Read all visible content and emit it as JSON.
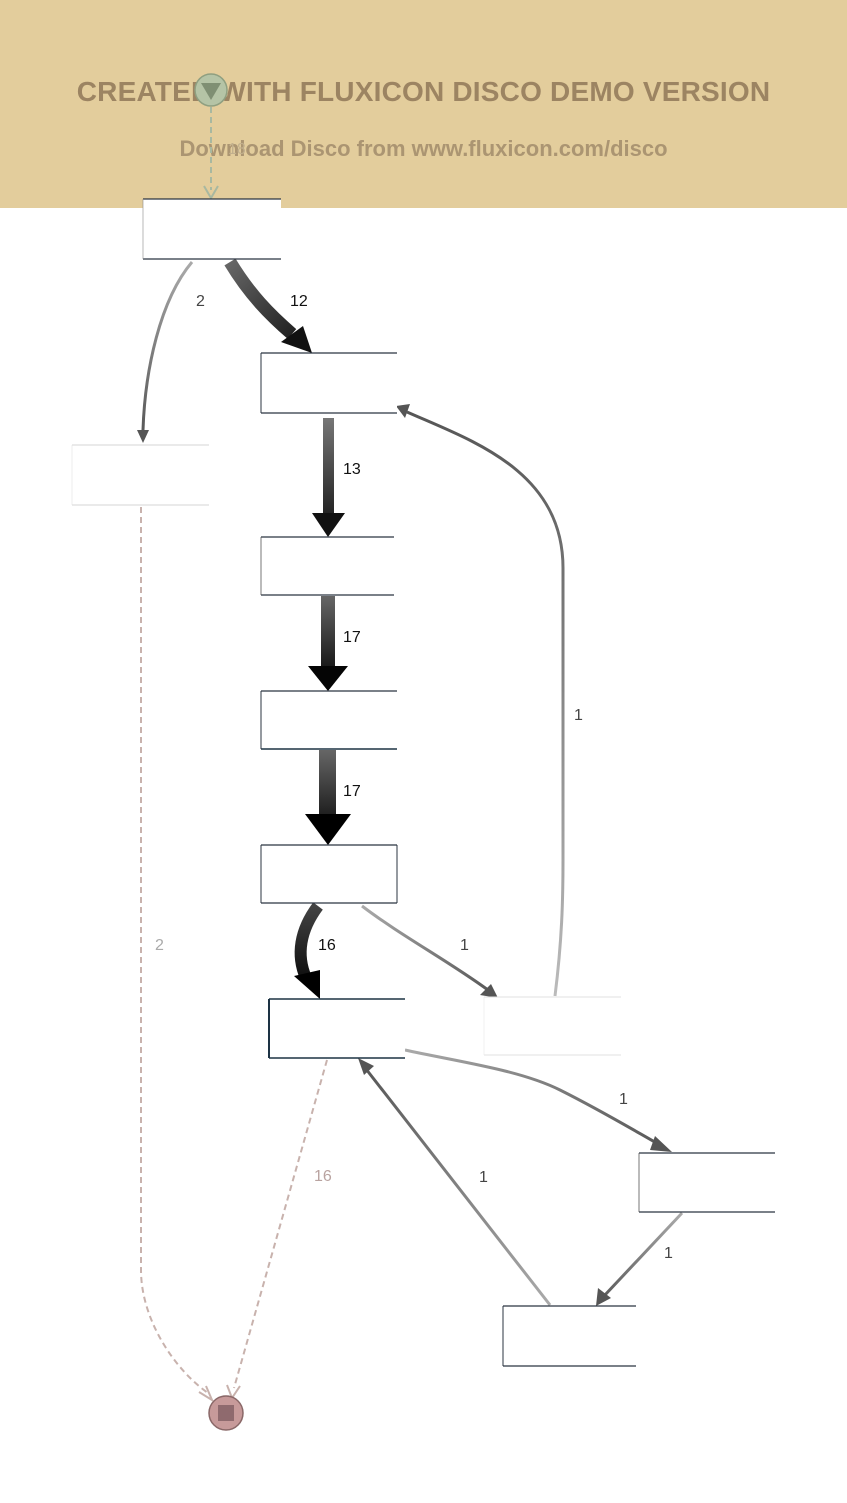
{
  "banner": {
    "title": "CREATED WITH FLUXICON DISCO DEMO VERSION",
    "subtitle": "Download Disco from www.fluxicon.com/disco",
    "color": "#e3cd9c"
  },
  "colors": {
    "start_node": "#b5c4a6",
    "end_node": "#c79a9a",
    "start_edge": "#a8b8a0",
    "end_edge": "#c8b2ad",
    "flow_dark": "#111111",
    "flow_mid": "#666666",
    "flow_light": "#aaaaaa"
  },
  "nodes": [
    {
      "id": "start",
      "type": "start",
      "icon": "triangle-down-icon"
    },
    {
      "id": "a1",
      "type": "activity",
      "label": ""
    },
    {
      "id": "a2",
      "type": "activity",
      "label": ""
    },
    {
      "id": "a3",
      "type": "activity",
      "label": ""
    },
    {
      "id": "a4",
      "type": "activity",
      "label": ""
    },
    {
      "id": "a5",
      "type": "activity",
      "label": ""
    },
    {
      "id": "a6",
      "type": "activity",
      "label": ""
    },
    {
      "id": "a7",
      "type": "activity",
      "label": ""
    },
    {
      "id": "a8",
      "type": "activity",
      "label": ""
    },
    {
      "id": "a9",
      "type": "activity",
      "label": ""
    },
    {
      "id": "a10",
      "type": "activity",
      "label": ""
    },
    {
      "id": "end",
      "type": "end",
      "icon": "square-stop-icon"
    }
  ],
  "edges": [
    {
      "id": "start-a1",
      "from": "start",
      "to": "a1",
      "frequency": 18,
      "label": "18"
    },
    {
      "id": "a1-a3",
      "from": "a1",
      "to": "a3",
      "frequency": 2,
      "label": "2"
    },
    {
      "id": "a1-a2",
      "from": "a1",
      "to": "a2",
      "frequency": 12,
      "label": "12"
    },
    {
      "id": "a2-a4",
      "from": "a2",
      "to": "a4",
      "frequency": 13,
      "label": "13"
    },
    {
      "id": "a4-a5",
      "from": "a4",
      "to": "a5",
      "frequency": 17,
      "label": "17"
    },
    {
      "id": "a5-a6",
      "from": "a5",
      "to": "a6",
      "frequency": 17,
      "label": "17"
    },
    {
      "id": "a6-a7",
      "from": "a6",
      "to": "a7",
      "frequency": 16,
      "label": "16"
    },
    {
      "id": "a6-a8",
      "from": "a6",
      "to": "a8",
      "frequency": 1,
      "label": "1"
    },
    {
      "id": "a8-a2",
      "from": "a8",
      "to": "a2",
      "frequency": 1,
      "label": "1"
    },
    {
      "id": "a7-a9",
      "from": "a7",
      "to": "a9",
      "frequency": 1,
      "label": "1"
    },
    {
      "id": "a9-a10",
      "from": "a9",
      "to": "a10",
      "frequency": 1,
      "label": "1"
    },
    {
      "id": "a10-a7",
      "from": "a10",
      "to": "a7",
      "frequency": 1,
      "label": "1"
    },
    {
      "id": "a3-end",
      "from": "a3",
      "to": "end",
      "frequency": 2,
      "label": "2"
    },
    {
      "id": "a7-end",
      "from": "a7",
      "to": "end",
      "frequency": 16,
      "label": "16"
    }
  ]
}
